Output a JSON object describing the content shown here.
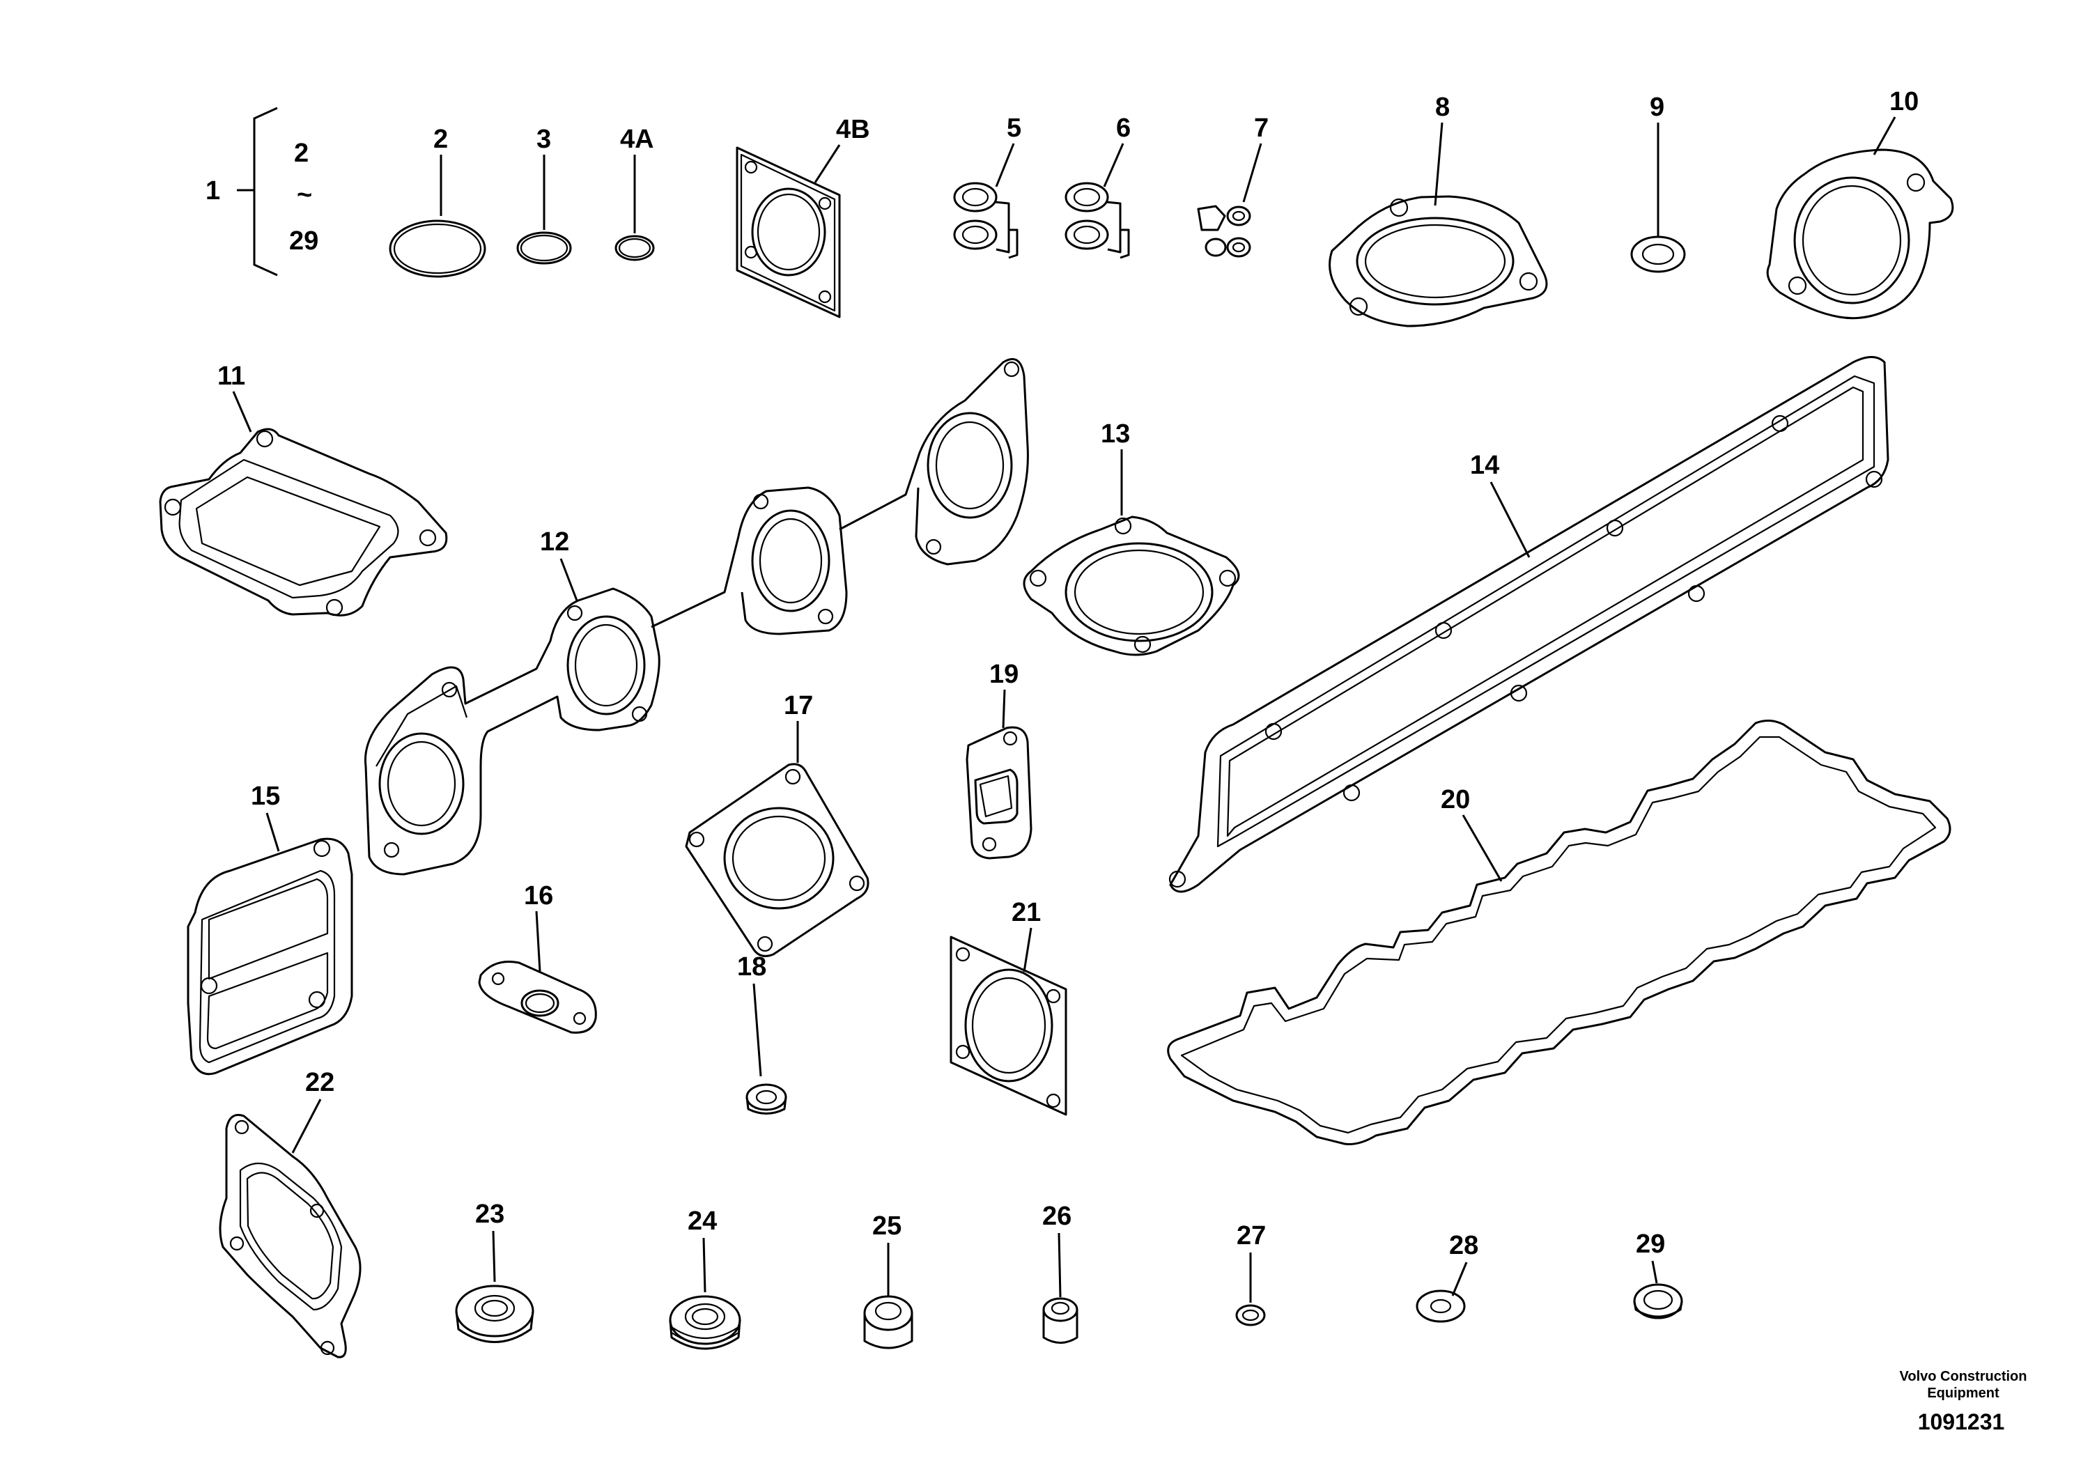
{
  "callouts": {
    "c1": "1",
    "c1_from": "2",
    "c1_tilde": "~",
    "c1_to": "29",
    "c2": "2",
    "c3": "3",
    "c4a": "4A",
    "c4b": "4B",
    "c5": "5",
    "c6": "6",
    "c7": "7",
    "c8": "8",
    "c9": "9",
    "c10": "10",
    "c11": "11",
    "c12": "12",
    "c13": "13",
    "c14": "14",
    "c15": "15",
    "c16": "16",
    "c17": "17",
    "c18": "18",
    "c19": "19",
    "c20": "20",
    "c21": "21",
    "c22": "22",
    "c23": "23",
    "c24": "24",
    "c25": "25",
    "c26": "26",
    "c27": "27",
    "c28": "28",
    "c29": "29"
  },
  "footer": {
    "brand_line1": "Volvo Construction",
    "brand_line2": "Equipment",
    "doc_number": "1091231"
  }
}
